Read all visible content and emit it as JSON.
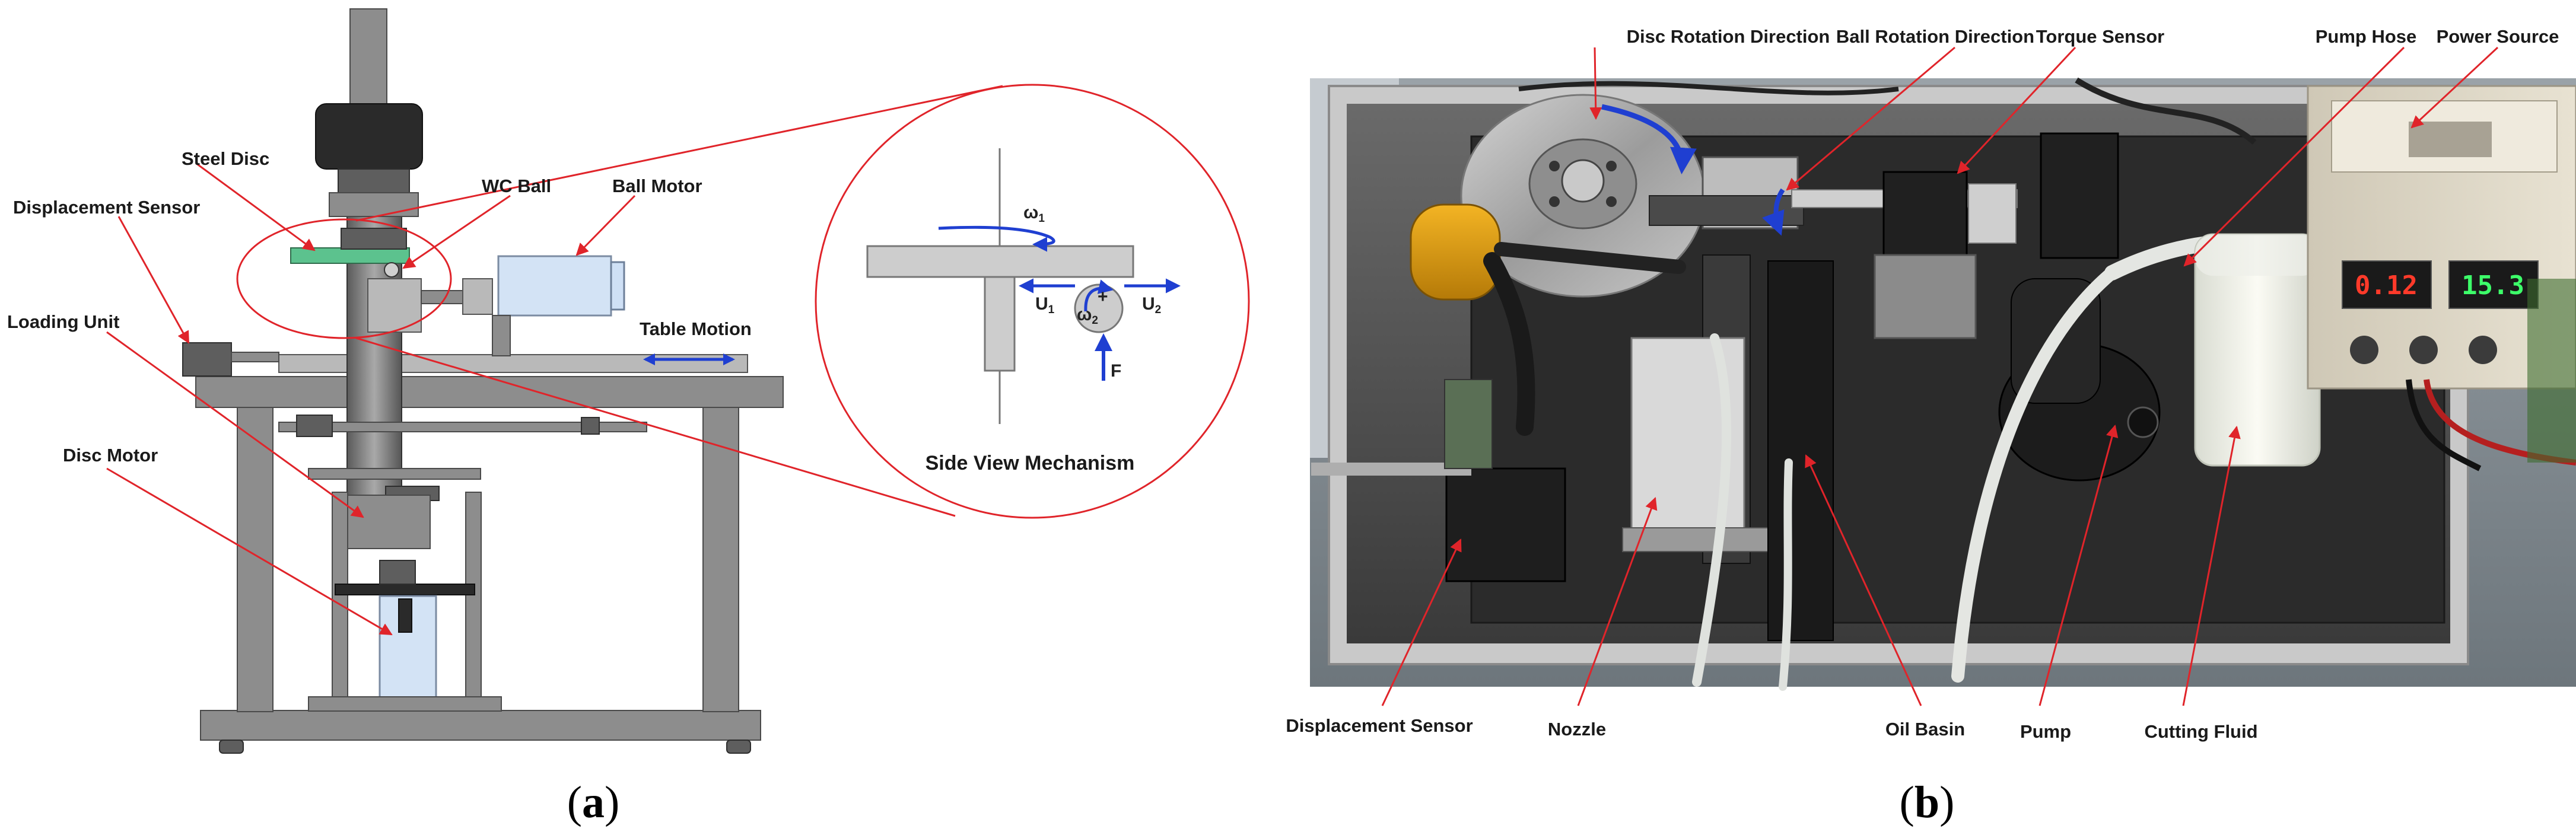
{
  "panel_a": {
    "labels": {
      "steel_disc": "Steel Disc",
      "displacement_sensor": "Displacement Sensor",
      "wc_ball": "WC Ball",
      "ball_motor": "Ball Motor",
      "loading_unit": "Loading Unit",
      "table_motion": "Table Motion",
      "disc_motor": "Disc Motor"
    },
    "inset": {
      "title": "Side View Mechanism",
      "omega1": "ω",
      "omega1_sub": "1",
      "omega2": "ω",
      "omega2_sub": "2",
      "plus": "+",
      "u1": "U",
      "u1_sub": "1",
      "u2": "U",
      "u2_sub": "2",
      "force": "F"
    },
    "caption": "a"
  },
  "panel_b": {
    "labels": {
      "disc_rotation": "Disc Rotation Direction",
      "ball_rotation": "Ball Rotation Direction",
      "torque_sensor": "Torque Sensor",
      "pump_hose": "Pump Hose",
      "power_source": "Power Source",
      "displacement_sensor": "Displacement Sensor",
      "nozzle": "Nozzle",
      "oil_basin": "Oil Basin",
      "pump": "Pump",
      "cutting_fluid": "Cutting Fluid"
    },
    "display": {
      "left": "0.12",
      "right": "15.3"
    },
    "caption": "b"
  },
  "colors": {
    "callout": "#e0242a",
    "arrow": "#1f3fd1"
  }
}
